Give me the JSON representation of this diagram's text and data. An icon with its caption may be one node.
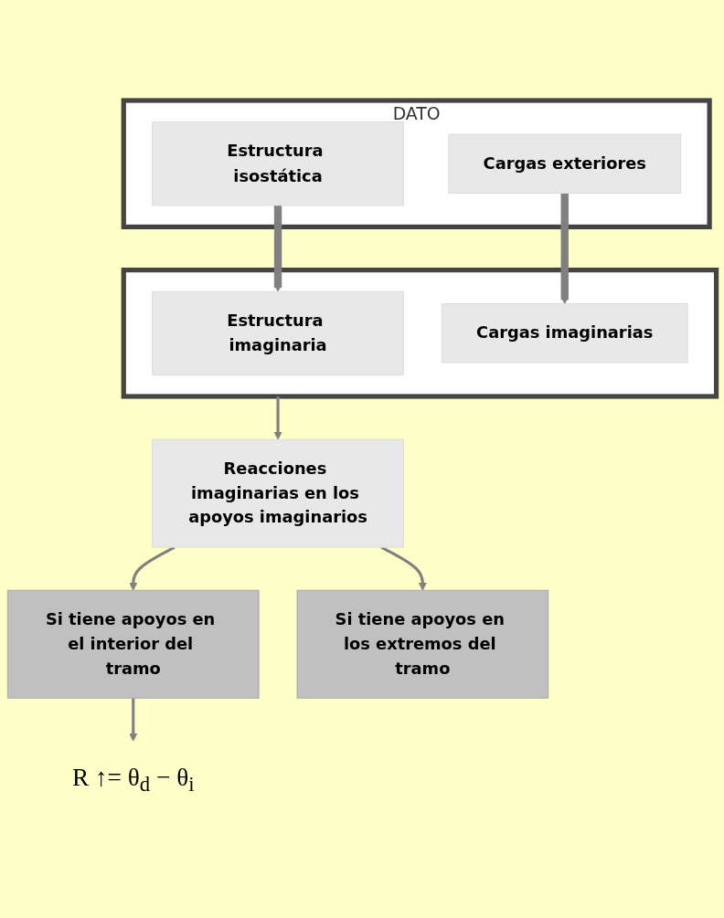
{
  "diagram": {
    "nodes": [
      {
        "text": [
          "DATO"
        ]
      },
      {
        "text": [
          "Estructura isostática"
        ],
        "in": 0
      },
      {
        "text": [
          "Cargas exteriores"
        ],
        "in": 0
      },
      {
        "text": [],
        "shape": "box"
      },
      {
        "text": [
          "Estructura imaginaria"
        ],
        "in": 3
      },
      {
        "text": [
          "Cargas imaginarias"
        ],
        "in": 3
      },
      {
        "text": [
          "Reacciones imaginarias en los apoyos imaginarios"
        ]
      },
      {
        "text": [
          "Si tiene apoyos en el interior del tramo"
        ]
      },
      {
        "text": [
          "Si tiene apoyos en los extremos del tramo"
        ]
      },
      {
        "text": [
          "R ↑= θ$_{d}$ − θ$_{i}$"
        ]
      }
    ],
    "edges": [
      {
        "from": 1,
        "to": 4,
        "arrow": "to",
        "style": "thick"
      },
      {
        "from": 2,
        "to": 5,
        "arrow": "to",
        "style": "thick"
      },
      {
        "from": 3,
        "to": 6,
        "arrow": "to"
      },
      {
        "from": 6,
        "to": 7,
        "arrow": "to"
      },
      {
        "from": 6,
        "to": 8,
        "arrow": "to"
      },
      {
        "from": 7,
        "to": 9,
        "arrow": "to"
      }
    ]
  }
}
